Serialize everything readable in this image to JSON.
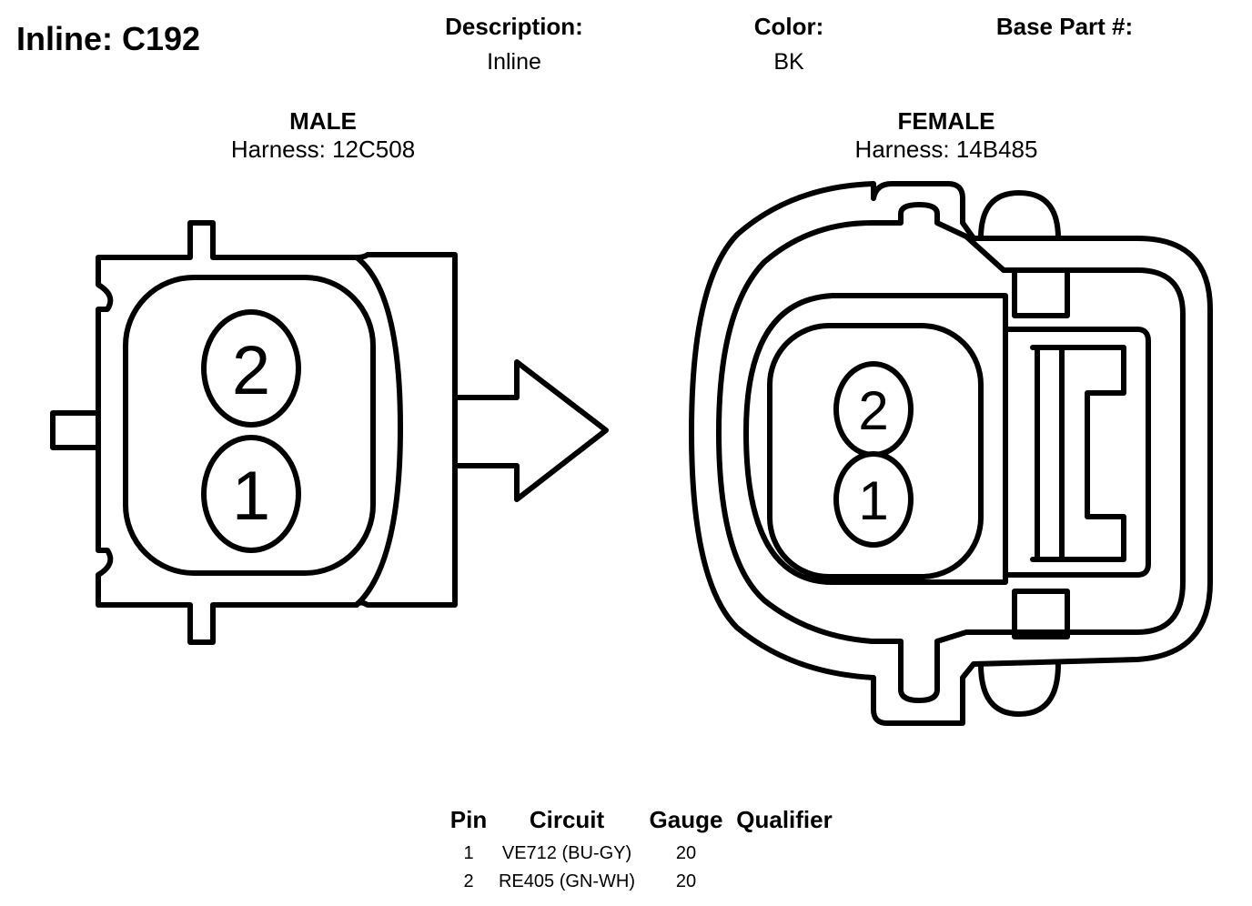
{
  "title": "Inline: C192",
  "header": {
    "description_label": "Description:",
    "description_value": "Inline",
    "color_label": "Color:",
    "color_value": "BK",
    "base_part_label": "Base Part #:",
    "base_part_value": ""
  },
  "male": {
    "label": "MALE",
    "harness": "Harness: 12C508",
    "pins": [
      "2",
      "1"
    ]
  },
  "female": {
    "label": "FEMALE",
    "harness": "Harness: 14B485",
    "pins": [
      "2",
      "1"
    ]
  },
  "pin_table": {
    "headers": [
      "Pin",
      "Circuit",
      "Gauge",
      "Qualifier"
    ],
    "rows": [
      {
        "pin": "1",
        "circuit": "VE712 (BU-GY)",
        "gauge": "20",
        "qualifier": ""
      },
      {
        "pin": "2",
        "circuit": "RE405 (GN-WH)",
        "gauge": "20",
        "qualifier": ""
      }
    ]
  }
}
